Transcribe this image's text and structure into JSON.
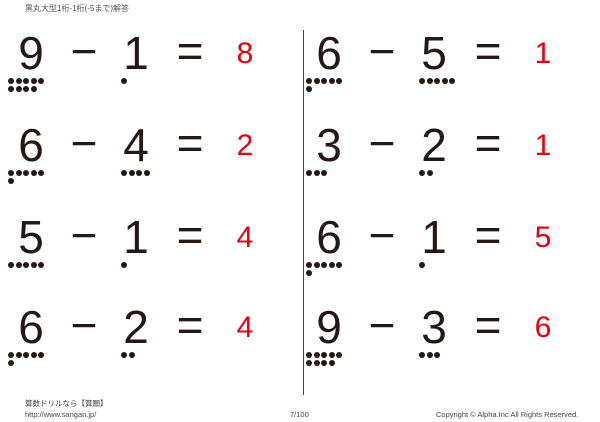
{
  "header": {
    "title": "黒丸大型1桁-1桁(-5まで)解答"
  },
  "problems": [
    {
      "a": "9",
      "op": "−",
      "b": "1",
      "eq": "=",
      "answer": "8",
      "a_val": 9,
      "b_val": 1
    },
    {
      "a": "6",
      "op": "−",
      "b": "5",
      "eq": "=",
      "answer": "1",
      "a_val": 6,
      "b_val": 5
    },
    {
      "a": "6",
      "op": "−",
      "b": "4",
      "eq": "=",
      "answer": "2",
      "a_val": 6,
      "b_val": 4
    },
    {
      "a": "3",
      "op": "−",
      "b": "2",
      "eq": "=",
      "answer": "1",
      "a_val": 3,
      "b_val": 2
    },
    {
      "a": "5",
      "op": "−",
      "b": "1",
      "eq": "=",
      "answer": "4",
      "a_val": 5,
      "b_val": 1
    },
    {
      "a": "6",
      "op": "−",
      "b": "1",
      "eq": "=",
      "answer": "5",
      "a_val": 6,
      "b_val": 1
    },
    {
      "a": "6",
      "op": "−",
      "b": "2",
      "eq": "=",
      "answer": "4",
      "a_val": 6,
      "b_val": 2
    },
    {
      "a": "9",
      "op": "−",
      "b": "3",
      "eq": "=",
      "answer": "6",
      "a_val": 9,
      "b_val": 3
    }
  ],
  "footer": {
    "brand": "算数ドリルなら【算願】",
    "url": "http://www.sangan.jp/",
    "page": "7/100",
    "copyright": "Copyright © Alpha.Inc All Rights Reserved."
  },
  "colors": {
    "answer": "#e60012",
    "text": "#231815"
  }
}
